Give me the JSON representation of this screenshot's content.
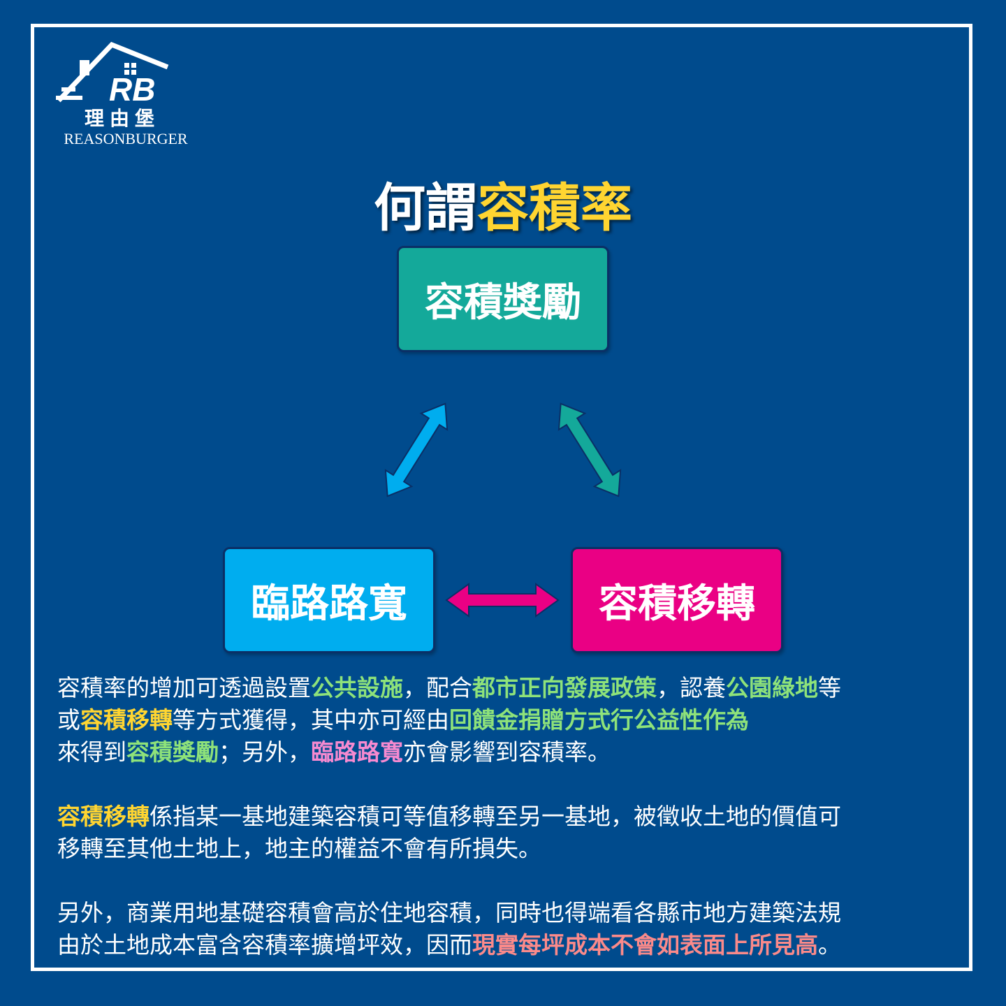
{
  "logo": {
    "mark": "RB",
    "name_zh": "理由堡",
    "name_en": "REASONBURGER"
  },
  "title": {
    "prefix": "何謂",
    "highlight": "容積率"
  },
  "diagram": {
    "top_box": "容積獎勵",
    "left_box": "臨路路寬",
    "right_box": "容積移轉"
  },
  "colors": {
    "background": "#004b8d",
    "top_box": "#14a99a",
    "left_box": "#00adef",
    "right_box": "#ea0084",
    "highlight_yellow": "#ffd531",
    "highlight_green": "#8ee27a",
    "highlight_pink": "#f68ad0",
    "highlight_salmon": "#fb8a8a"
  },
  "paragraph1": {
    "line1": [
      "容積率的增加可透過設置",
      "公共設施",
      "，配合",
      "都市正向發展政策",
      "，認養",
      "公園綠地",
      "等"
    ],
    "line2": [
      "或",
      "容積移轉",
      "等方式獲得，其中亦可經由",
      "回饋金捐贈方式行公益性作為"
    ],
    "line3": [
      "來得到",
      "容積獎勵",
      "；另外，",
      "臨路路寬",
      "亦會影響到容積率。"
    ]
  },
  "paragraph2": {
    "line1": [
      "容積移轉",
      "係指某一基地建築容積可等值移轉至另一基地，被徵收土地的價值可"
    ],
    "line2": "移轉至其他土地上，地主的權益不會有所損失。"
  },
  "paragraph3": {
    "line1": "另外，商業用地基礎容積會高於住地容積，同時也得端看各縣市地方建築法規",
    "line2": [
      "由於土地成本富含容積率擴增坪效，因而",
      "現實每坪成本不會如表面上所見高",
      "。"
    ]
  }
}
